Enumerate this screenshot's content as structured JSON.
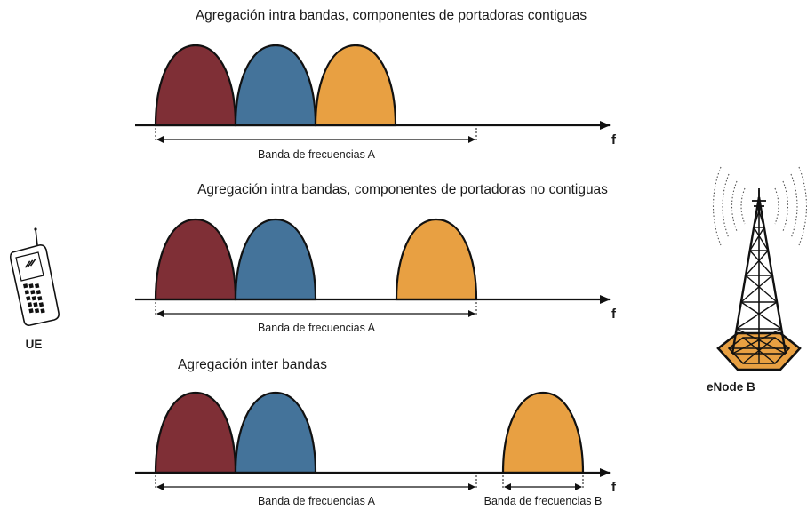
{
  "colors": {
    "carrier_red": "#7f2f36",
    "carrier_blue": "#44739a",
    "carrier_orange": "#e8a042",
    "line": "#111111"
  },
  "scenarios": [
    {
      "title": "Agregación intra bandas, componentes de portadoras contiguas",
      "band_a": "Banda de frecuencias A",
      "axis": "f"
    },
    {
      "title": "Agregación intra bandas, componentes de portadoras no contiguas",
      "band_a": "Banda de frecuencias A",
      "axis": "f"
    },
    {
      "title": "Agregación inter bandas",
      "band_a": "Banda de frecuencias A",
      "band_b": "Banda de frecuencias B",
      "axis": "f"
    }
  ],
  "devices": {
    "ue": {
      "label": "UE",
      "icon": "mobile-phone-icon"
    },
    "enodeb": {
      "label": "eNode B",
      "icon": "cell-tower-icon"
    }
  }
}
